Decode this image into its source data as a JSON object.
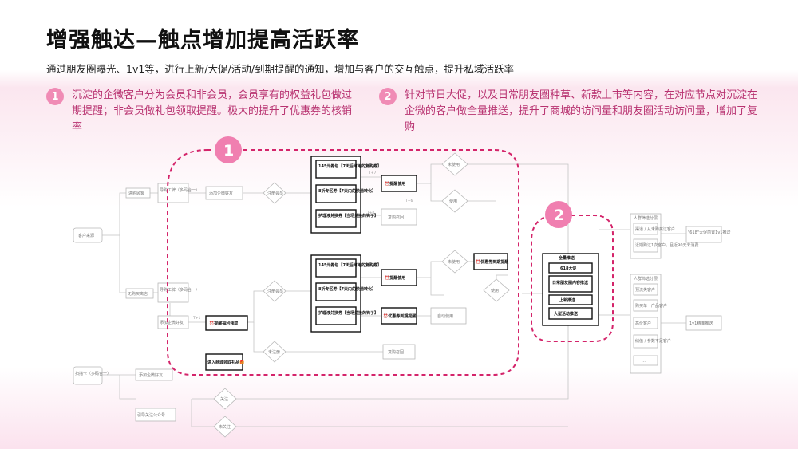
{
  "title": "增强触达—触点增加提高活跃率",
  "subtitle": "通过朋友圈曝光、1v1等，进行上新/大促/活动/到期提醒的通知，增加与客户的交互触点，提升私域活跃率",
  "points": [
    {
      "num": "1",
      "text": "沉淀的企微客户分为会员和非会员，会员享有的权益礼包做过期提醒；非会员做礼包领取提醒。极大的提升了优惠券的核销率"
    },
    {
      "num": "2",
      "text": "针对节日大促，以及日常朋友圈种草、新款上市等内容，在对应节点对沉淀在企微的客户做全量推送，提升了商城的访问量和朋友圈活动访问量，增加了复购"
    }
  ],
  "zones": [
    {
      "num": "1"
    },
    {
      "num": "2"
    }
  ],
  "nodes": {
    "customer_source": "客户来源",
    "store_buy": "进购顾客",
    "no_buy": "无购买离店",
    "guide_work_1": "导购工牌（多码合一）",
    "guide_work_2": "导购工牌（多码合一）",
    "add_wechat_1": "添加企微好友",
    "add_wechat_2": "添加企微好友",
    "is_member_1": "注册会员",
    "is_member_2": "注册会员",
    "coupon_a1": "145元券包【7天后可用的复购券】",
    "coupon_b1": "8折专区券【7天内的快速转化】",
    "coupon_c1": "护理液兑换券【当场兑换的钩子】",
    "coupon_a2": "145元券包【7天后可用的复购券】",
    "coupon_b2": "8折专区券【7天内的快速转化】",
    "coupon_c2": "护理液兑换券【当场兑换的钩子】",
    "remind_use_1": "⏰提醒使用",
    "remind_use_2": "⏰提醒使用",
    "no_use_1": "未使用",
    "used_1": "使用",
    "no_use_2": "未使用",
    "used_2": "使用",
    "expire_remind_1": "⏰优惠券到期提醒",
    "expire_remind_2": "⏰优惠券到期提醒",
    "welfare_claim": "⏰提醒福利领取",
    "not_claimed": "未注册",
    "enter_mall": "进入商城领取礼品🎁",
    "auto_used": "自动使用",
    "cycle_remind": "复购召回",
    "scan_qr": "扫描卡（多码合一）",
    "add_wechat_3": "添加企微好友",
    "follow_oa": "引导关注公众号",
    "followed": "关注",
    "not_followed": "未关注",
    "push_all": "全量推送",
    "push_618": "618大促",
    "push_moments": "日常朋友圈内容推送",
    "push_new": "上新推送",
    "push_activity": "大型活动推送",
    "tag_filter_1": "人群筛选分层",
    "tag_1a": "渠道 / 从未购买过客户",
    "tag_1b": "近期购过1次客户，且近90天未消费",
    "push_618_result": "\"618\"大促前置1v1推送",
    "tag_filter_2": "人群筛选分层",
    "tag_2a": "预流失客户",
    "tag_2b": "购买单一产品客户",
    "tag_2c": "高价客户",
    "tag_2d": "…",
    "tag_2e": "储值 / 参数不足客户",
    "onevone": "1v1精准推送",
    "t_plus_7": "T+7",
    "t_plus_6": "T+6",
    "t_plus_0": "T+0",
    "t_plus_1": "T+1"
  }
}
